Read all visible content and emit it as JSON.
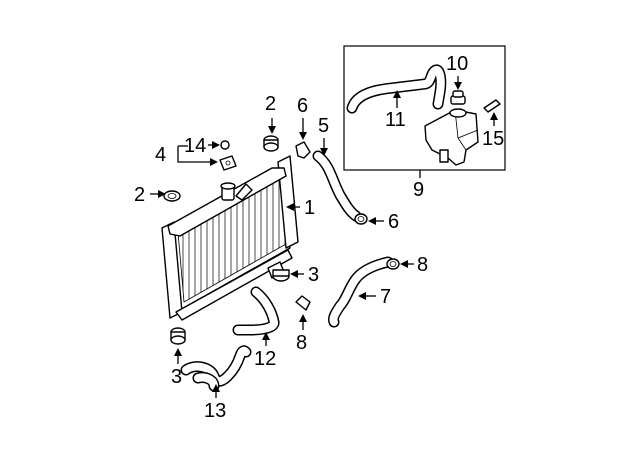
{
  "callouts": {
    "c1": "1",
    "c2a": "2",
    "c2b": "2",
    "c3a": "3",
    "c3b": "3",
    "c4": "4",
    "c5": "5",
    "c6a": "6",
    "c6b": "6",
    "c7": "7",
    "c8a": "8",
    "c8b": "8",
    "c9": "9",
    "c10": "10",
    "c11": "11",
    "c12": "12",
    "c13": "13",
    "c14": "14",
    "c15": "15"
  }
}
